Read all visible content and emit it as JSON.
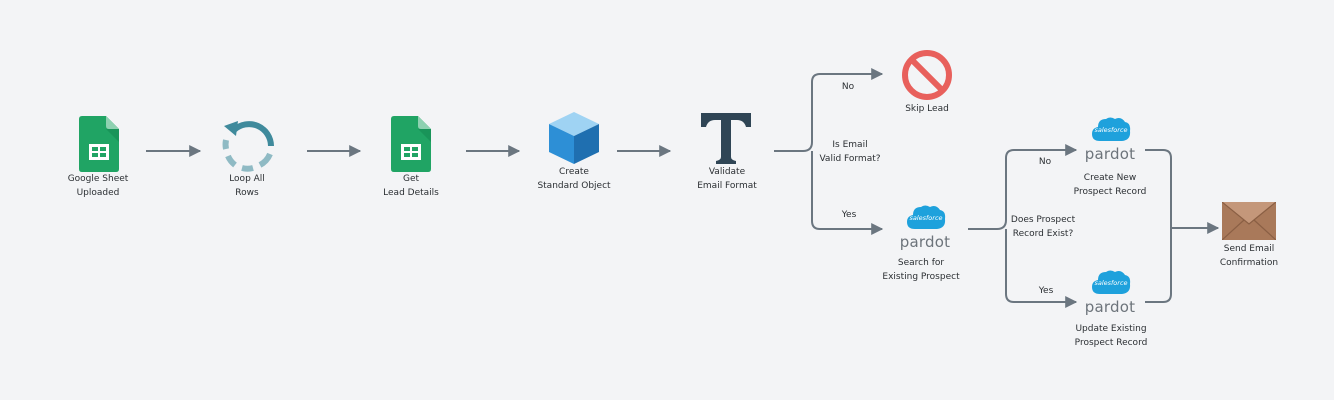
{
  "nodes": {
    "google_sheet": {
      "line1": "Google Sheet",
      "line2": "Uploaded"
    },
    "loop": {
      "line1": "Loop All",
      "line2": "Rows"
    },
    "get_lead": {
      "line1": "Get",
      "line2": "Lead Details"
    },
    "create_object": {
      "line1": "Create",
      "line2": "Standard Object"
    },
    "validate": {
      "line1": "Validate",
      "line2": "Email Format"
    },
    "skip": {
      "line1": "Skip Lead"
    },
    "search": {
      "line1": "Search for",
      "line2": "Existing Prospect"
    },
    "create_prospect": {
      "line1": "Create New",
      "line2": "Prospect Record"
    },
    "update_prospect": {
      "line1": "Update Existing",
      "line2": "Prospect Record"
    },
    "send_email": {
      "line1": "Send Email",
      "line2": "Confirmation"
    }
  },
  "branches": {
    "email_question": {
      "line1": "Is Email",
      "line2": "Valid Format?"
    },
    "email_no": "No",
    "email_yes": "Yes",
    "exist_question": {
      "line1": "Does Prospect",
      "line2": "Record Exist?"
    },
    "exist_no": "No",
    "exist_yes": "Yes"
  },
  "brand": {
    "pardot_word": "pardot",
    "salesforce_word": "salesforce"
  },
  "icons": {
    "sheets": "google-sheets-icon",
    "loop": "loop-arrow-icon",
    "cube": "cube-icon",
    "text": "text-t-icon",
    "prohibited": "prohibited-icon",
    "salesforce": "salesforce-cloud-icon",
    "envelope": "envelope-icon"
  },
  "colors": {
    "background": "#f3f4f6",
    "connector": "#6b7680",
    "sheets_green": "#20a464",
    "loop_teal": "#3f8a9c",
    "cube_blue": "#2d8fd6",
    "text_navy": "#2f4555",
    "prohibited_red": "#e8605c",
    "salesforce_blue": "#1ea1dc",
    "envelope_brown": "#a9795a"
  }
}
